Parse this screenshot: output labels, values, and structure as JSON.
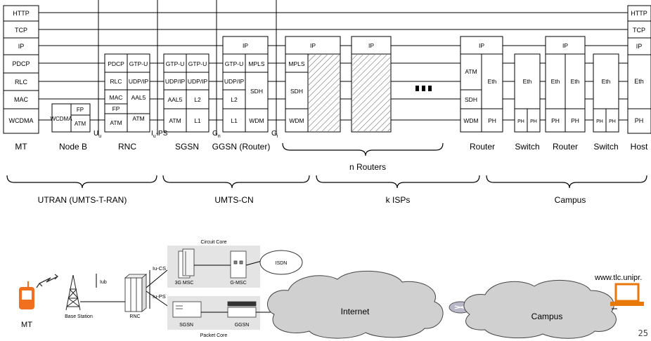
{
  "stacks": {
    "mt": {
      "layers": [
        "HTTP",
        "TCP",
        "IP",
        "PDCP",
        "RLC",
        "MAC",
        "WCDMA"
      ],
      "label": "MT"
    },
    "nodeb": {
      "left": "WCDMA",
      "right_top": "FP",
      "right_bottom": "ATM",
      "label": "Node B"
    },
    "rnc": {
      "left": [
        "PDCP",
        "RLC",
        "MAC",
        "FP",
        "ATM"
      ],
      "right": [
        "GTP-U",
        "UDP/IP",
        "AAL5",
        "ATM"
      ],
      "label": "RNC"
    },
    "sgsn": {
      "left": [
        "GTP-U",
        "UDP/IP",
        "AAL5",
        "ATM"
      ],
      "right": [
        "GTP-U",
        "UDP/IP",
        "L2",
        "L1"
      ],
      "label": "SGSN"
    },
    "ggsn": {
      "top": "IP",
      "left": [
        "GTP-U",
        "UDP/IP",
        "L2",
        "L1"
      ],
      "right": [
        "MPLS",
        "SDH",
        "WDM"
      ],
      "label": "GGSN (Router)"
    },
    "router1": {
      "top": "IP",
      "left": [
        "MPLS",
        "SDH",
        "WDM"
      ]
    },
    "router2": {
      "top": "IP"
    },
    "router3": {
      "top": "IP",
      "left": [
        "ATM",
        "SDH",
        "WDM"
      ],
      "right": [
        "Eth",
        "PH"
      ],
      "label": "Router"
    },
    "switch1": {
      "left": [
        "Eth",
        "PH"
      ],
      "right": [
        "PH"
      ],
      "label": "Switch"
    },
    "router4": {
      "top": "IP",
      "left": [
        "Eth",
        "PH"
      ],
      "right": [
        "Eth",
        "PH"
      ],
      "label": "Router"
    },
    "switch2": {
      "left": [
        "Eth",
        "PH"
      ],
      "right": [
        "PH"
      ],
      "label": "Switch"
    },
    "host": {
      "layers": [
        "HTTP",
        "TCP",
        "IP",
        "Eth",
        "PH"
      ],
      "label": "Host"
    }
  },
  "interfaces": {
    "uu": "U",
    "uu_sub": "u",
    "iups": "I",
    "iups_sub": "u",
    "iups_suffix": "-PS",
    "gn": "G",
    "gn_sub": "n",
    "gi": "G",
    "gi_sub": "i"
  },
  "braces": {
    "routers": "n Routers",
    "utran": "UTRAN (UMTS-T-RAN)",
    "umtscn": "UMTS-CN",
    "isps": "k ISPs",
    "campus": "Campus"
  },
  "bottom": {
    "mt": "MT",
    "base_station": "Base Station",
    "iub": "Iub",
    "rnc": "RNC",
    "iucs": "Iu-CS",
    "iups": "Iu-PS",
    "circuit_core": "Circuit Core",
    "msc3g": "3G MSC",
    "gmsc": "G-MSC",
    "isdn": "ISDN",
    "sgsn": "SGSN",
    "ggsn": "GGSN",
    "packet_core": "Packet Core",
    "internet": "Internet",
    "campus": "Campus",
    "host_url": "www.tlc.unipr."
  },
  "page_number": "25",
  "colors": {
    "mt_phone": "#f07020",
    "laptop": "#e8780a",
    "cloud": "#d0d0d0",
    "core_bg": "#e4e4e4"
  }
}
